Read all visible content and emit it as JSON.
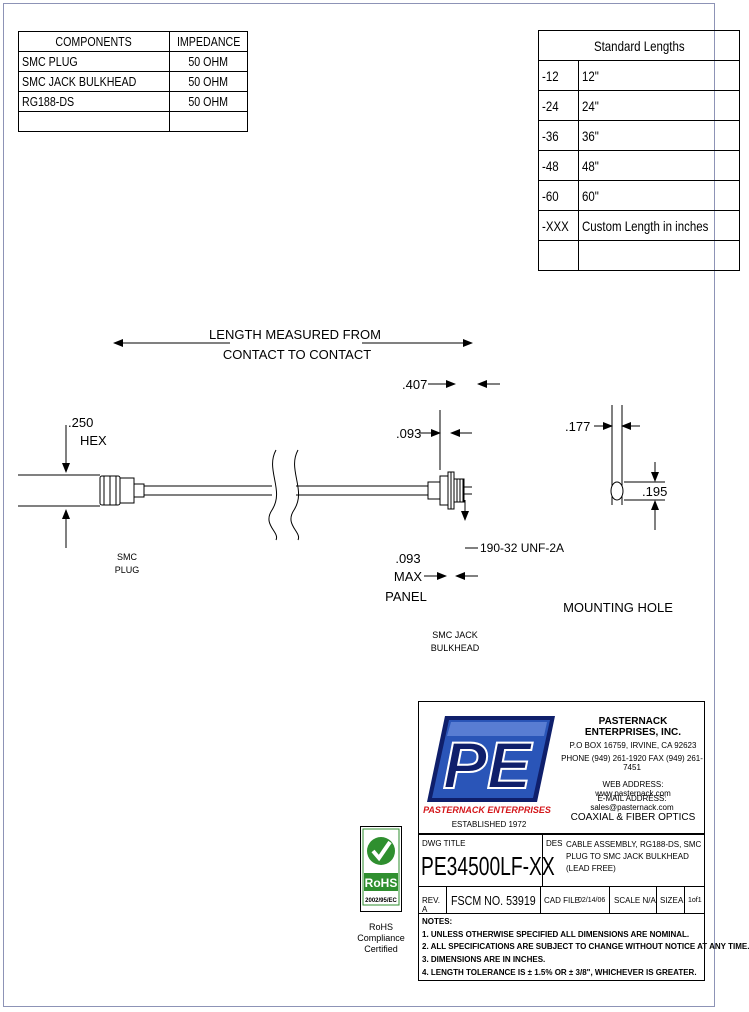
{
  "components_table": {
    "headers": [
      "COMPONENTS",
      "IMPEDANCE"
    ],
    "rows": [
      [
        "SMC PLUG",
        "50 OHM"
      ],
      [
        "SMC JACK BULKHEAD",
        "50 OHM"
      ],
      [
        "RG188-DS",
        "50 OHM"
      ],
      [
        "",
        ""
      ]
    ]
  },
  "lengths_table": {
    "header": "Standard Lengths",
    "rows": [
      [
        "-12",
        "12\""
      ],
      [
        "-24",
        "24\""
      ],
      [
        "-36",
        "36\""
      ],
      [
        "-48",
        "48\""
      ],
      [
        "-60",
        "60\""
      ],
      [
        "-XXX",
        "Custom Length in inches"
      ],
      [
        "",
        ""
      ]
    ]
  },
  "drawing": {
    "length_note_1": "LENGTH MEASURED FROM",
    "length_note_2": "CONTACT TO CONTACT",
    "dim_407": ".407",
    "dim_250": ".250",
    "hex": "HEX",
    "dim_093_top": ".093",
    "smc_plug_1": "SMC",
    "smc_plug_2": "PLUG",
    "thread": "190-32 UNF-2A",
    "dim_093_panel": ".093",
    "max": "MAX",
    "panel": "PANEL",
    "jack_1": "SMC JACK",
    "jack_2": "BULKHEAD",
    "dim_177": ".177",
    "dim_195": ".195",
    "mounting_hole": "MOUNTING HOLE"
  },
  "company": {
    "logo_text": "PE",
    "logo_name": "PASTERNACK ENTERPRISES",
    "established": "ESTABLISHED 1972",
    "name": "PASTERNACK ENTERPRISES, INC.",
    "po_box": "P.O BOX 16759, IRVINE, CA 92623",
    "phone": "PHONE (949) 261-1920 FAX (949) 261-7451",
    "web": "WEB ADDRESS: www.pasternack.com",
    "email": "E-MAIL ADDRESS: sales@pasternack.com",
    "tagline": "COAXIAL & FIBER OPTICS"
  },
  "rohs": {
    "label": "RoHS",
    "directive": "2002/95/EC",
    "caption_1": "RoHS",
    "caption_2": "Compliance",
    "caption_3": "Certified"
  },
  "title_block": {
    "dwg_title_label": "DWG TITLE",
    "part_number": "PE34500LF-XX",
    "des_label": "DES",
    "description": "CABLE ASSEMBLY, RG188-DS, SMC PLUG TO SMC JACK BULKHEAD (LEAD FREE)",
    "rev": "REV. A",
    "fscm": "FSCM NO. 53919",
    "cad_file_label": "CAD FILE",
    "cad_file": "02/14/06",
    "scale": "SCALE N/A",
    "size_label": "SIZE",
    "size": "A",
    "sheet": "1of1"
  },
  "notes": {
    "header": "NOTES:",
    "items": [
      "1. UNLESS OTHERWISE SPECIFIED ALL DIMENSIONS ARE NOMINAL.",
      "2. ALL SPECIFICATIONS ARE SUBJECT TO CHANGE WITHOUT NOTICE AT ANY TIME.",
      "3. DIMENSIONS ARE IN INCHES.",
      "4. LENGTH TOLERANCE IS ± 1.5% OR ± 3/8\", WHICHEVER IS GREATER."
    ]
  },
  "colors": {
    "logo_blue": "#2a55b8",
    "logo_dark": "#0f1f6b",
    "logo_red": "#d4171b",
    "rohs_green": "#2f8f2f",
    "frame": "#8d93b6"
  }
}
